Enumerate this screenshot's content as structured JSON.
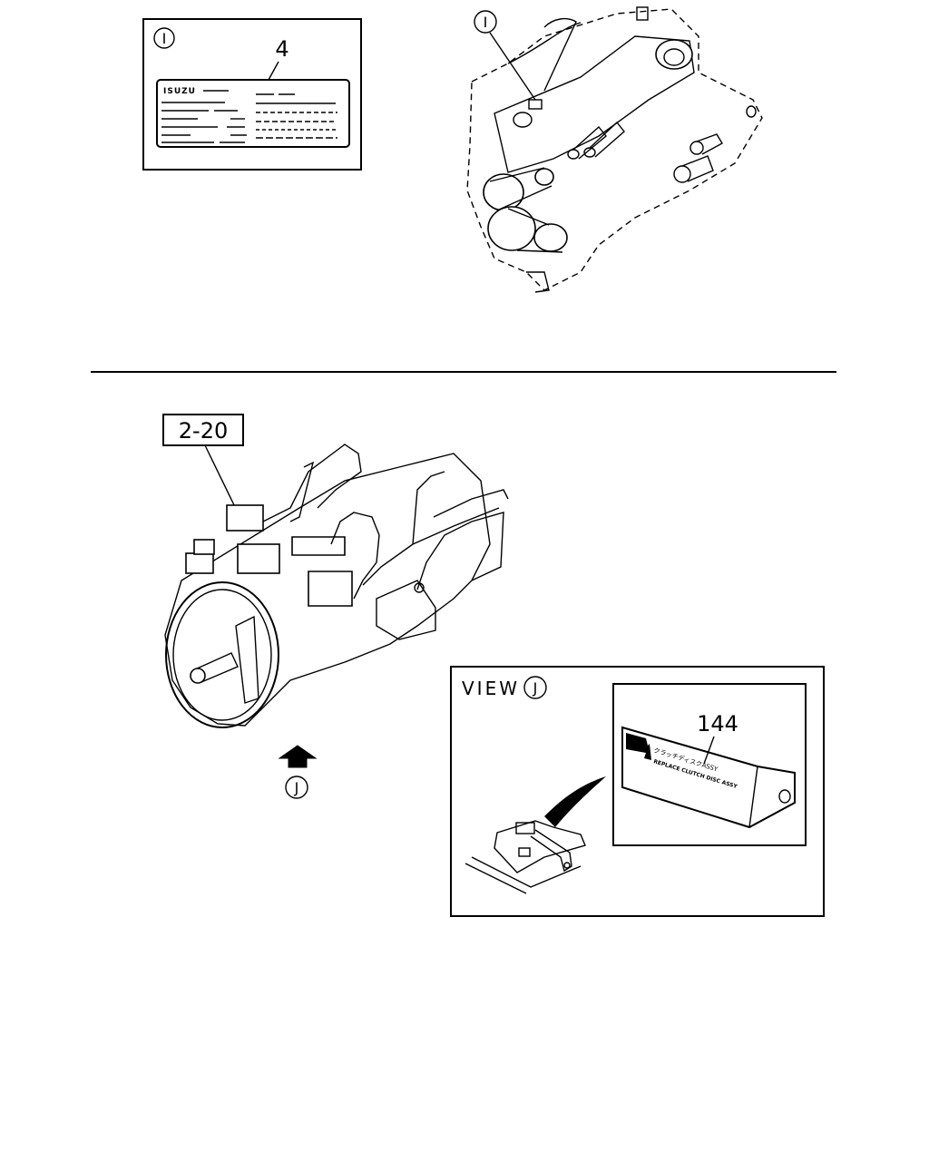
{
  "callouts": {
    "view_marker_top": "I",
    "plate_part_number": "4",
    "plate_brand": "ISUZU",
    "engine_view_marker": "I",
    "transmission_ref": "2-20",
    "view_arrow_marker": "J",
    "view_title": "VIEW",
    "view_title_marker": "J",
    "label_part_number": "144",
    "label_text_line1": "クラッチディスクASSY",
    "label_text_line2": "REPLACE CLUTCH DISC ASSY"
  }
}
